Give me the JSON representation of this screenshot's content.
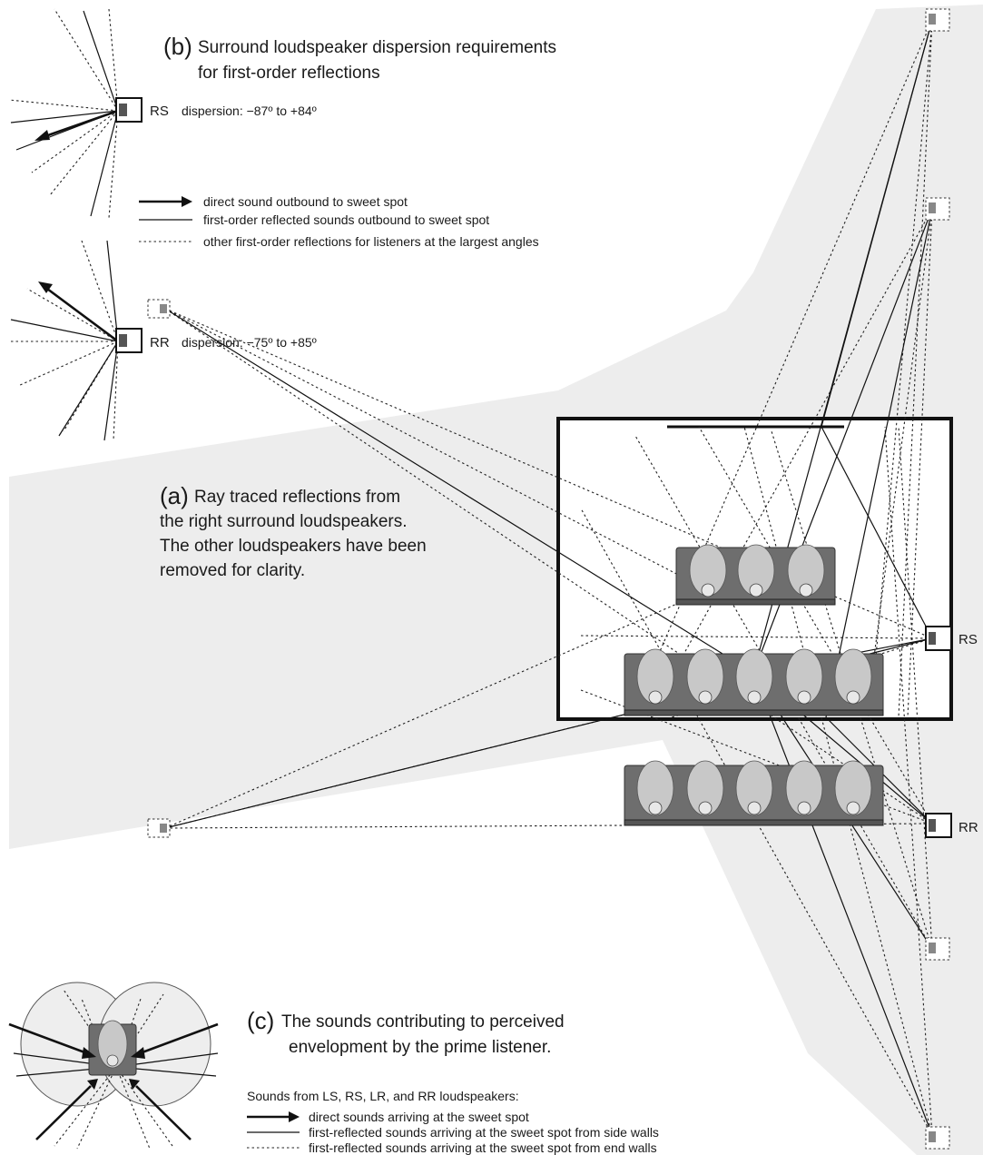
{
  "panel_b": {
    "letter": "(b)",
    "title_line1": "Surround loudspeaker dispersion requirements",
    "title_line2": "for first-order reflections",
    "rs_label": "RS",
    "rs_dispersion": "dispersion: −87º to +84º",
    "rr_label": "RR",
    "rr_dispersion": "dispersion: −75º to +85º",
    "legend": [
      "direct sound outbound to sweet spot",
      "first-order reflected sounds outbound to sweet spot",
      "other first-order reflections for listeners at the largest angles"
    ]
  },
  "panel_a": {
    "letter": "(a)",
    "lines": [
      "Ray traced reflections from",
      "the right surround loudspeakers.",
      "The other loudspeakers have been",
      "removed for clarity."
    ],
    "rs_label": "RS",
    "rr_label": "RR"
  },
  "panel_c": {
    "letter": "(c)",
    "title_line1": "The sounds contributing to perceived",
    "title_line2": "envelopment by the prime listener.",
    "legend_heading": "Sounds from LS, RS, LR, and RR loudspeakers:",
    "legend": [
      "direct sounds arriving at the sweet spot",
      "first-reflected sounds arriving at the sweet spot from side walls",
      "first-reflected sounds arriving at the sweet spot from end walls"
    ]
  },
  "colors": {
    "background_band": "#ededed",
    "room_wall": "#111111",
    "seat": "#6e6e6e",
    "person": "#c8c8c8"
  }
}
